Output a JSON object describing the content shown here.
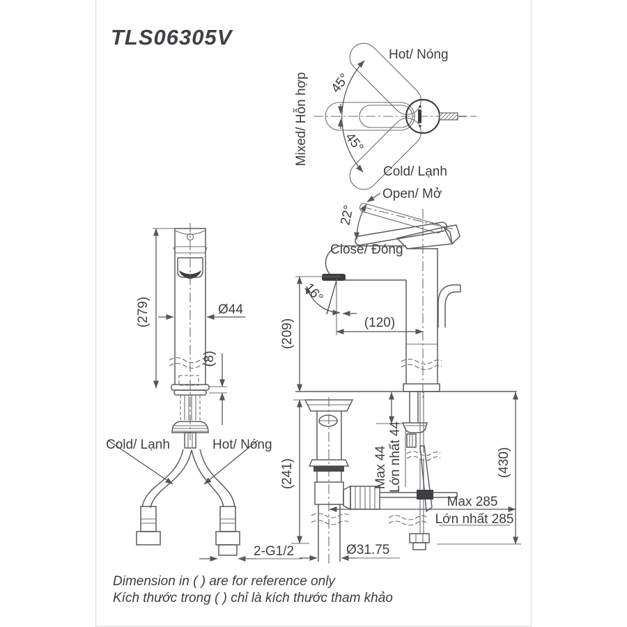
{
  "title": "TLS06305V",
  "colors": {
    "line": "#5b5c5f",
    "dark_line": "#3f3f42",
    "text": "#3d3e40"
  },
  "top_view": {
    "hot": "Hot/ Nóng",
    "mixed": "Mixed/ Hỗn hợp",
    "cold": "Cold/ Lạnh",
    "angle_upper": "45°",
    "angle_lower": "45°"
  },
  "operation": {
    "open": "Open/ Mở",
    "close": "Close/ Đóng",
    "angle": "22°"
  },
  "side_view": {
    "height": "(209)",
    "reach": "(120)",
    "stream_angle": "16°"
  },
  "front_view": {
    "height": "(279)",
    "diameter": "Ø44",
    "base_gap": "(8)"
  },
  "supply": {
    "cold": "Cold/ Lạnh",
    "hot": "Hot/ Nóng",
    "thread": "2-G1/2"
  },
  "drain": {
    "height": "(241)",
    "pipe_diameter": "Ø31.75",
    "deck_max_en": "Max 44",
    "deck_max_vi": "Lớn nhất 44",
    "rod_max_en": "Max 285",
    "rod_max_vi": "Lớn nhất 285",
    "total_height": "(430)"
  },
  "footer": {
    "line1": "Dimension in ( ) are for reference only",
    "line2": "Kích thước trong ( ) chỉ là kích thước tham khảo"
  }
}
